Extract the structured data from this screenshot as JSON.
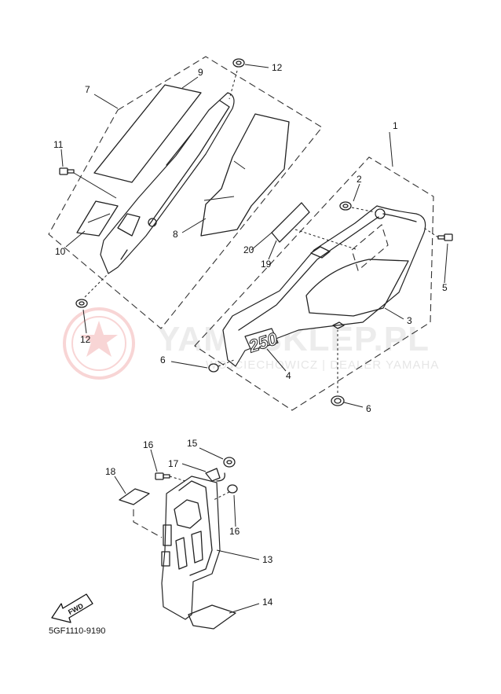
{
  "watermark": {
    "main": "YAMASKLEP.PL",
    "sub": "WOJCIECHOWICZ | DEALER YAMAHA",
    "logo": "yamaha-tuning-fork-logo",
    "color": "#f3b3b3"
  },
  "diagram_code": "5GF1110-9190",
  "fwd_label": "FWD",
  "badge_text": "250",
  "callouts": [
    {
      "id": "1",
      "text": "1"
    },
    {
      "id": "2",
      "text": "2"
    },
    {
      "id": "3",
      "text": "3"
    },
    {
      "id": "4",
      "text": "4"
    },
    {
      "id": "5",
      "text": "5"
    },
    {
      "id": "6a",
      "text": "6"
    },
    {
      "id": "6b",
      "text": "6"
    },
    {
      "id": "7",
      "text": "7"
    },
    {
      "id": "8",
      "text": "8"
    },
    {
      "id": "9",
      "text": "9"
    },
    {
      "id": "10",
      "text": "10"
    },
    {
      "id": "11",
      "text": "11"
    },
    {
      "id": "12a",
      "text": "12"
    },
    {
      "id": "12b",
      "text": "12"
    },
    {
      "id": "13",
      "text": "13"
    },
    {
      "id": "14",
      "text": "14"
    },
    {
      "id": "15",
      "text": "15"
    },
    {
      "id": "16a",
      "text": "16"
    },
    {
      "id": "16b",
      "text": "16"
    },
    {
      "id": "17",
      "text": "17"
    },
    {
      "id": "18",
      "text": "18"
    },
    {
      "id": "19",
      "text": "19"
    },
    {
      "id": "20",
      "text": "20"
    }
  ]
}
